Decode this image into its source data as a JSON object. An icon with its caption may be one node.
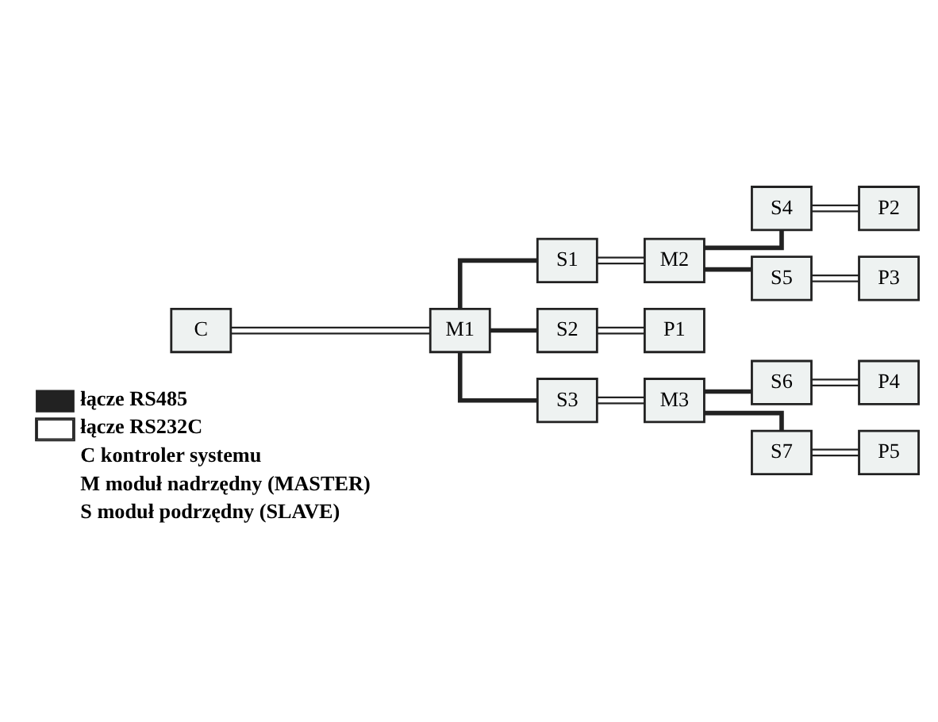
{
  "diagram": {
    "nodes": [
      {
        "text": [
          "S4"
        ]
      },
      {
        "text": [
          "P2"
        ]
      },
      {
        "text": [
          "S1"
        ]
      },
      {
        "text": [
          "M2"
        ]
      },
      {
        "text": [
          "S5"
        ]
      },
      {
        "text": [
          "P3"
        ]
      },
      {
        "text": [
          "C"
        ]
      },
      {
        "text": [
          "M1"
        ]
      },
      {
        "text": [
          "S2"
        ]
      },
      {
        "text": [
          "P1"
        ]
      },
      {
        "text": [
          "S3"
        ]
      },
      {
        "text": [
          "M3"
        ]
      },
      {
        "text": [
          "S6"
        ]
      },
      {
        "text": [
          "P4"
        ]
      },
      {
        "text": [
          "S7"
        ]
      },
      {
        "text": [
          "P5"
        ]
      }
    ],
    "edges": [
      {
        "from": 6,
        "to": 7,
        "arrow": "none"
      },
      {
        "from": 7,
        "to": 2,
        "arrow": "none",
        "style": "thick"
      },
      {
        "from": 7,
        "to": 8,
        "arrow": "none",
        "style": "thick"
      },
      {
        "from": 7,
        "to": 10,
        "arrow": "none",
        "style": "thick"
      },
      {
        "from": 2,
        "to": 3,
        "arrow": "none"
      },
      {
        "from": 8,
        "to": 9,
        "arrow": "none"
      },
      {
        "from": 10,
        "to": 11,
        "arrow": "none"
      },
      {
        "from": 3,
        "to": 0,
        "arrow": "none",
        "style": "thick"
      },
      {
        "from": 3,
        "to": 4,
        "arrow": "none",
        "style": "thick"
      },
      {
        "from": 11,
        "to": 12,
        "arrow": "none",
        "style": "thick"
      },
      {
        "from": 11,
        "to": 14,
        "arrow": "none",
        "style": "thick"
      },
      {
        "from": 0,
        "to": 1,
        "arrow": "none"
      },
      {
        "from": 4,
        "to": 5,
        "arrow": "none"
      },
      {
        "from": 12,
        "to": 13,
        "arrow": "none"
      },
      {
        "from": 14,
        "to": 15,
        "arrow": "none"
      }
    ],
    "legend": [
      {
        "text": "łącze RS485"
      },
      {
        "text": "łącze RS232C"
      },
      {
        "text": "C kontroler systemu"
      },
      {
        "text": "M moduł nadrzędny (MASTER)"
      },
      {
        "text": "S moduł podrzędny (SLAVE)"
      }
    ]
  }
}
